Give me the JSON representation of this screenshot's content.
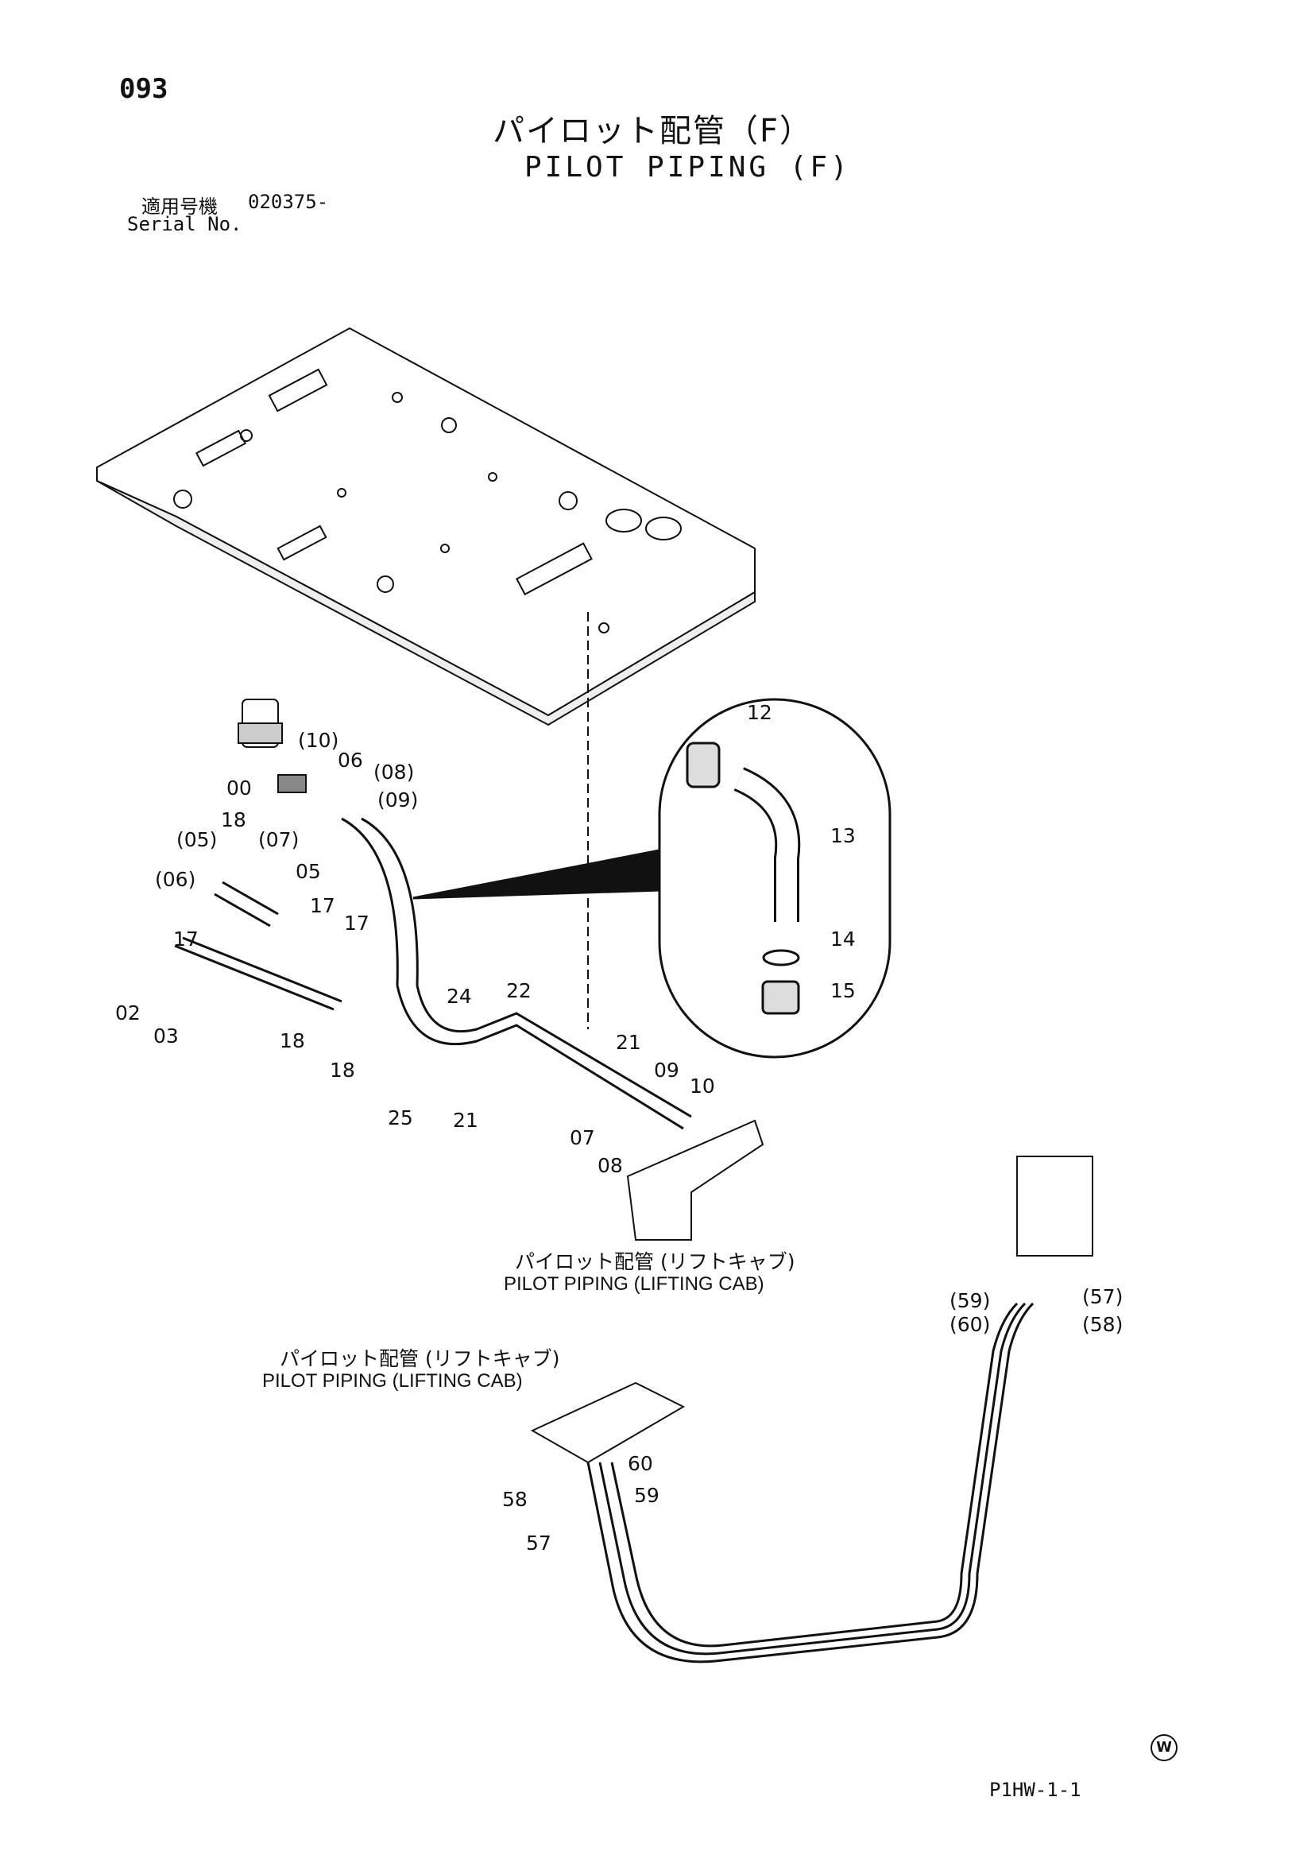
{
  "header": {
    "page_number": "093",
    "title_jp": "パイロット配管（F）",
    "title_en": "PILOT PIPING (F)",
    "serial_label_jp": "適用号機",
    "serial_value": "020375-",
    "serial_label_en": "Serial No."
  },
  "captions": [
    {
      "jp": "パイロット配管 (リフトキャブ)",
      "en": "PILOT PIPING (LIFTING CAB)"
    },
    {
      "jp": "パイロット配管 (リフトキャブ)",
      "en": "PILOT PIPING (LIFTING CAB)"
    }
  ],
  "callouts": [
    "12",
    "13",
    "14",
    "15",
    "(10)",
    "06",
    "(08)",
    "(09)",
    "00",
    "(07)",
    "05",
    "18",
    "(05)",
    "(06)",
    "17",
    "17",
    "17",
    "02",
    "03",
    "18",
    "18",
    "24",
    "22",
    "21",
    "25",
    "21",
    "09",
    "10",
    "07",
    "08",
    "(59)",
    "(57)",
    "(60)",
    "(58)",
    "60",
    "58",
    "59",
    "57"
  ],
  "footer": {
    "code": "P1HW-1-1",
    "mark": "W"
  }
}
